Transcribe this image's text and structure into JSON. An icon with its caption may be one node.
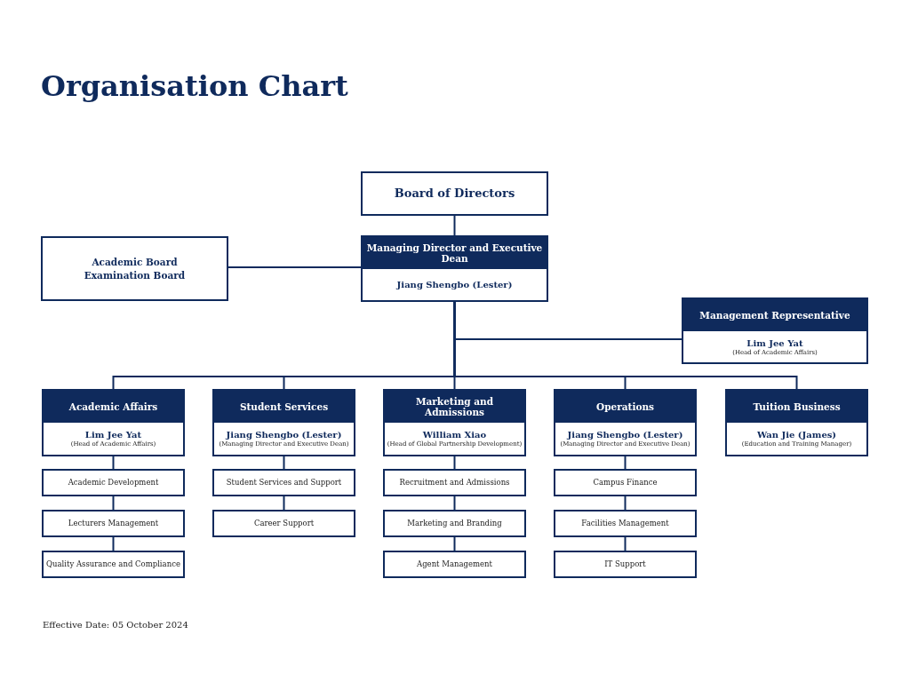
{
  "diagram": {
    "title": "Organisation Chart",
    "nodes": [
      {
        "text": [
          "Board of Directors"
        ]
      },
      {
        "text": [
          "Managing Director and Executive Dean",
          "Jiang Shengbo (Lester)"
        ]
      },
      {
        "text": [
          "Academic Board Examination Board"
        ]
      },
      {
        "text": [
          "Management Representative",
          "Lim Jee Yat",
          "(Head of Academic Affairs)"
        ]
      },
      {
        "text": [
          "Academic Affairs",
          "Lim Jee Yat",
          "(Head of Academic Affairs)"
        ]
      },
      {
        "text": [
          "Student Services",
          "Jiang Shengbo (Lester)",
          "(Managing Director and Executive Dean)"
        ]
      },
      {
        "text": [
          "Marketing and Admissions",
          "William Xiao",
          "(Head of Global Partnership Development)"
        ]
      },
      {
        "text": [
          "Operations",
          "Jiang Shengbo (Lester)",
          "(Managing Director and Executive Dean)"
        ]
      },
      {
        "text": [
          "Tuition Business",
          "Wan Jie (James)",
          "(Education and Training Manager)"
        ]
      },
      {
        "text": [
          "Academic Development"
        ]
      },
      {
        "text": [
          "Lecturers Management"
        ]
      },
      {
        "text": [
          "Quality Assurance and Compliance"
        ]
      },
      {
        "text": [
          "Student Services and Support"
        ]
      },
      {
        "text": [
          "Career Support"
        ]
      },
      {
        "text": [
          "Recruitment and Admissions"
        ]
      },
      {
        "text": [
          "Marketing and Branding"
        ]
      },
      {
        "text": [
          "Agent Management"
        ]
      },
      {
        "text": [
          "Campus Finance"
        ]
      },
      {
        "text": [
          "Facilities Management"
        ]
      },
      {
        "text": [
          "IT Support"
        ]
      }
    ],
    "edges": [
      {
        "from": 0,
        "to": 1,
        "arrow": "none"
      },
      {
        "from": 2,
        "to": 1,
        "arrow": "none"
      },
      {
        "from": 1,
        "to": 3,
        "arrow": "none"
      },
      {
        "from": 1,
        "to": 4,
        "arrow": "none"
      },
      {
        "from": 1,
        "to": 5,
        "arrow": "none"
      },
      {
        "from": 1,
        "to": 6,
        "arrow": "none"
      },
      {
        "from": 1,
        "to": 7,
        "arrow": "none"
      },
      {
        "from": 1,
        "to": 8,
        "arrow": "none"
      },
      {
        "from": 4,
        "to": 9,
        "arrow": "none"
      },
      {
        "from": 9,
        "to": 10,
        "arrow": "none"
      },
      {
        "from": 10,
        "to": 11,
        "arrow": "none"
      },
      {
        "from": 5,
        "to": 12,
        "arrow": "none"
      },
      {
        "from": 12,
        "to": 13,
        "arrow": "none"
      },
      {
        "from": 6,
        "to": 14,
        "arrow": "none"
      },
      {
        "from": 14,
        "to": 15,
        "arrow": "none"
      },
      {
        "from": 15,
        "to": 16,
        "arrow": "none"
      },
      {
        "from": 7,
        "to": 17,
        "arrow": "none"
      },
      {
        "from": 17,
        "to": 18,
        "arrow": "none"
      },
      {
        "from": 18,
        "to": 19,
        "arrow": "none"
      }
    ],
    "labels": [
      "Effective Date: 05 October 2024"
    ]
  }
}
